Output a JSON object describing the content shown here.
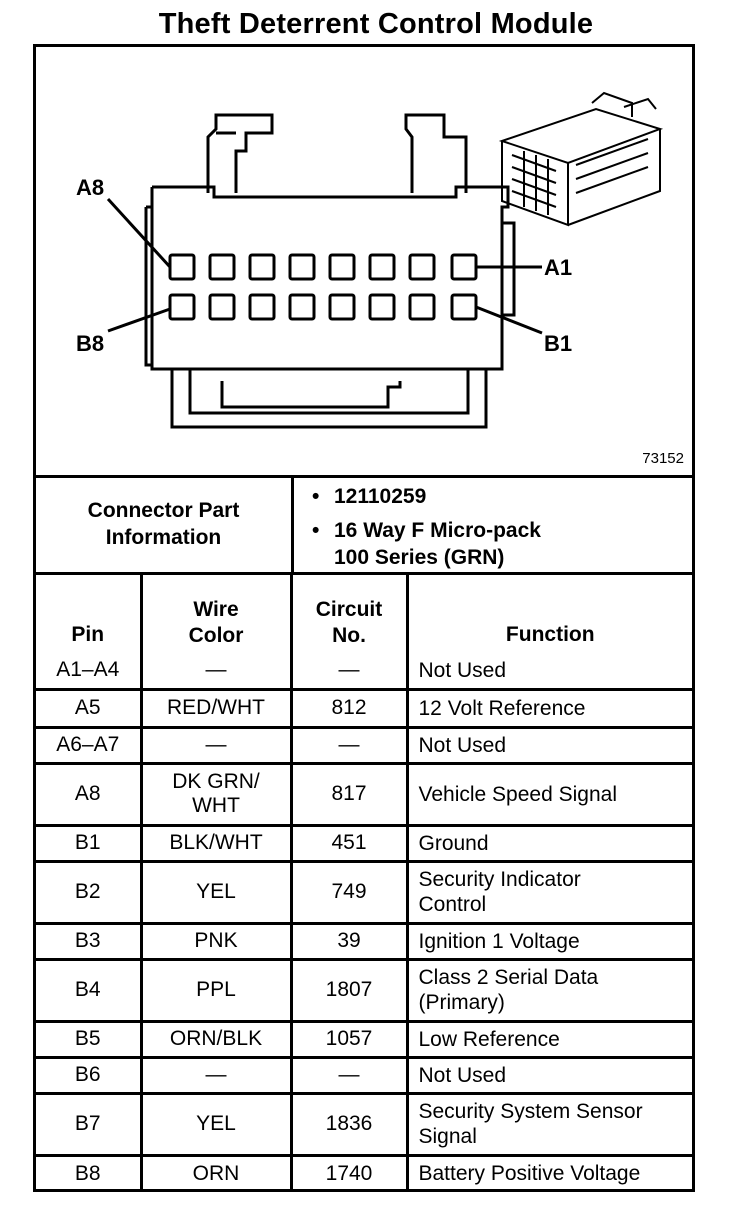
{
  "title": "Theft Deterrent Control Module",
  "figure_id": "73152",
  "pin_labels": {
    "a8": "A8",
    "a1": "A1",
    "b8": "B8",
    "b1": "B1"
  },
  "connector_info": {
    "label_line1": "Connector Part",
    "label_line2": "Information",
    "items": [
      {
        "bullet": "•",
        "line1": "12110259",
        "line2": ""
      },
      {
        "bullet": "•",
        "line1": "16 Way F Micro-pack",
        "line2": "100 Series (GRN)"
      }
    ]
  },
  "table": {
    "headers": {
      "pin": "Pin",
      "wire_color_1": "Wire",
      "wire_color_2": "Color",
      "circuit_1": "Circuit",
      "circuit_2": "No.",
      "function": "Function"
    },
    "rows": [
      {
        "pin": "A1–A4",
        "wire": "—",
        "wire2": "",
        "circuit": "—",
        "function": "Not Used",
        "function2": ""
      },
      {
        "pin": "A5",
        "wire": "RED/WHT",
        "wire2": "",
        "circuit": "812",
        "function": "12 Volt Reference",
        "function2": ""
      },
      {
        "pin": "A6–A7",
        "wire": "—",
        "wire2": "",
        "circuit": "—",
        "function": "Not Used",
        "function2": ""
      },
      {
        "pin": "A8",
        "wire": "DK GRN/",
        "wire2": "WHT",
        "circuit": "817",
        "function": "Vehicle Speed Signal",
        "function2": ""
      },
      {
        "pin": "B1",
        "wire": "BLK/WHT",
        "wire2": "",
        "circuit": "451",
        "function": "Ground",
        "function2": ""
      },
      {
        "pin": "B2",
        "wire": "YEL",
        "wire2": "",
        "circuit": "749",
        "function": "Security Indicator",
        "function2": "Control"
      },
      {
        "pin": "B3",
        "wire": "PNK",
        "wire2": "",
        "circuit": "39",
        "function": "Ignition 1 Voltage",
        "function2": ""
      },
      {
        "pin": "B4",
        "wire": "PPL",
        "wire2": "",
        "circuit": "1807",
        "function": "Class 2 Serial Data",
        "function2": "(Primary)"
      },
      {
        "pin": "B5",
        "wire": "ORN/BLK",
        "wire2": "",
        "circuit": "1057",
        "function": "Low Reference",
        "function2": ""
      },
      {
        "pin": "B6",
        "wire": "—",
        "wire2": "",
        "circuit": "—",
        "function": "Not Used",
        "function2": ""
      },
      {
        "pin": "B7",
        "wire": "YEL",
        "wire2": "",
        "circuit": "1836",
        "function": "Security System Sensor",
        "function2": "Signal"
      },
      {
        "pin": "B8",
        "wire": "ORN",
        "wire2": "",
        "circuit": "1740",
        "function": "Battery Positive Voltage",
        "function2": ""
      }
    ]
  }
}
